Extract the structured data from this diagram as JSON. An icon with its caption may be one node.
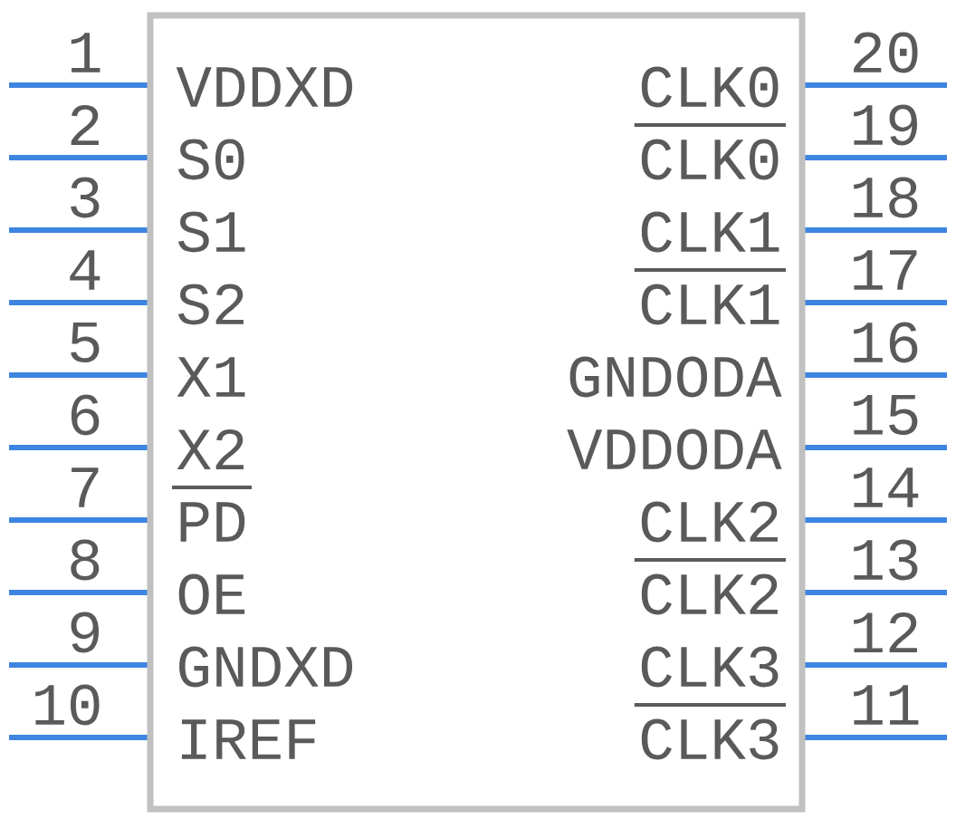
{
  "diagram": {
    "nodes": [
      {
        "text": [
          "VDDXD",
          "S0",
          "S1",
          "S2",
          "X1",
          "X2",
          "PD",
          "OE",
          "GNDXD",
          "IREF",
          "CLK0",
          "CLK0",
          "CLK1",
          "CLK1",
          "GNDODA",
          "VDDODA",
          "CLK2",
          "CLK2",
          "CLK3",
          "CLK3"
        ]
      }
    ],
    "labels": [
      "1",
      "2",
      "3",
      "4",
      "5",
      "6",
      "7",
      "8",
      "9",
      "10",
      "20",
      "19",
      "18",
      "17",
      "16",
      "15",
      "14",
      "13",
      "12",
      "11"
    ]
  }
}
